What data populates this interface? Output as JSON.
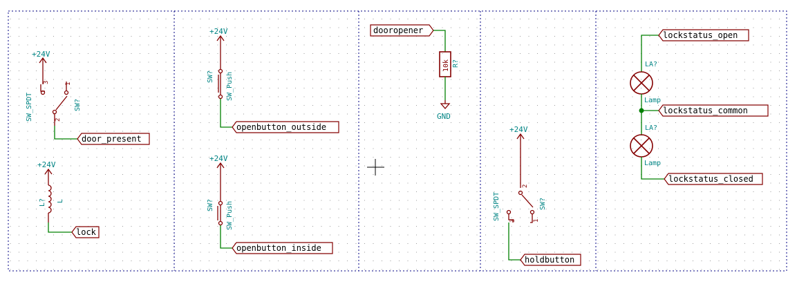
{
  "colors": {
    "wire": "#008000",
    "symbol": "#840000",
    "refdes": "#008484",
    "power": "#840000",
    "powertext": "#008484",
    "border": "#000084",
    "grid": "#9a9a9a",
    "junction": "#008000"
  },
  "labels": {
    "door_present": "door_present",
    "lock": "lock",
    "openbutton_outside": "openbutton_outside",
    "openbutton_inside": "openbutton_inside",
    "dooropener": "dooropener",
    "holdbutton": "holdbutton",
    "lockstatus_open": "lockstatus_open",
    "lockstatus_common": "lockstatus_common",
    "lockstatus_closed": "lockstatus_closed"
  },
  "power": {
    "p24v": "+24V",
    "gnd": "GND"
  },
  "components": {
    "sw_spdt_1": {
      "ref": "SW?",
      "value": "SW_SPDT",
      "pin1": "1",
      "pin2": "2",
      "pin3": "3"
    },
    "inductor": {
      "ref": "L?",
      "value": "L"
    },
    "sw_push_1": {
      "ref": "SW?",
      "value": "SW_Push"
    },
    "sw_push_2": {
      "ref": "SW?",
      "value": "SW_Push"
    },
    "resistor": {
      "ref": "R?",
      "value": "10k"
    },
    "sw_spdt_2": {
      "ref": "SW?",
      "value": "SW_SPDT",
      "pin1": "1",
      "pin2": "2",
      "pin3": "3"
    },
    "lamp_1": {
      "ref": "LA?",
      "value": "Lamp"
    },
    "lamp_2": {
      "ref": "LA?",
      "value": "Lamp"
    }
  }
}
